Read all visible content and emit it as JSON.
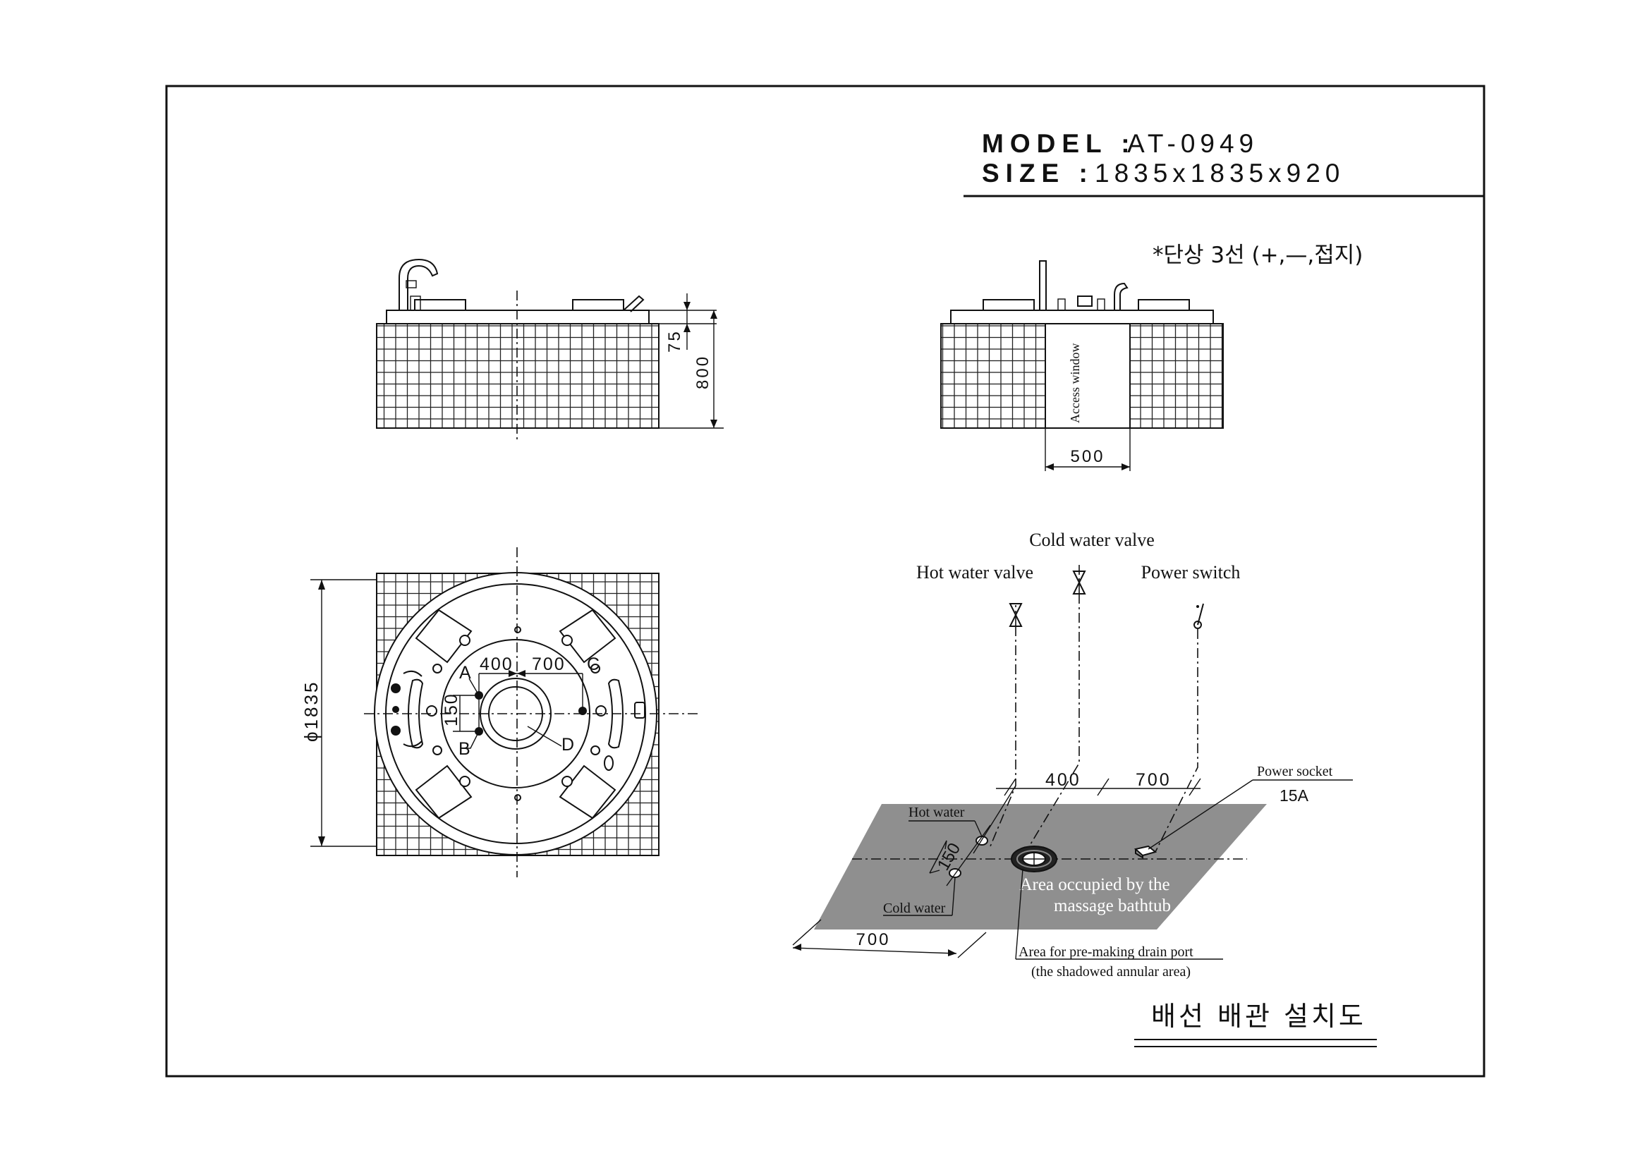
{
  "header": {
    "model_label": "MODEL :",
    "model_value": "AT-0949",
    "size_label": "SIZE :",
    "size_value": "1835x1835x920"
  },
  "electrical_note": "*단상 3선 (+,—,접지)",
  "front_view": {
    "dim_top_edge": "75",
    "dim_height": "800"
  },
  "side_view": {
    "access_window_label": "Access window",
    "access_window_width": "500"
  },
  "plan_view": {
    "diameter": "ϕ1835",
    "offset_left": "400",
    "offset_right": "700",
    "offset_vertical": "150",
    "point_a": "A",
    "point_b": "B",
    "point_c": "C",
    "point_d": "D"
  },
  "installation": {
    "cold_water_valve": "Cold water valve",
    "hot_water_valve": "Hot water valve",
    "power_switch": "Power switch",
    "dim_400": "400",
    "dim_700_top": "700",
    "power_socket": "Power socket",
    "socket_rating": "15A",
    "hot_water": "Hot water",
    "cold_water": "Cold water",
    "dim_150": "150",
    "area_line1": "Area occupied by the",
    "area_line2": "massage bathtub",
    "dim_700_bottom": "700",
    "drain_line1": "Area for pre-making drain port",
    "drain_line2": "(the shadowed annular area)"
  },
  "footer_title": "배선 배관 설치도"
}
